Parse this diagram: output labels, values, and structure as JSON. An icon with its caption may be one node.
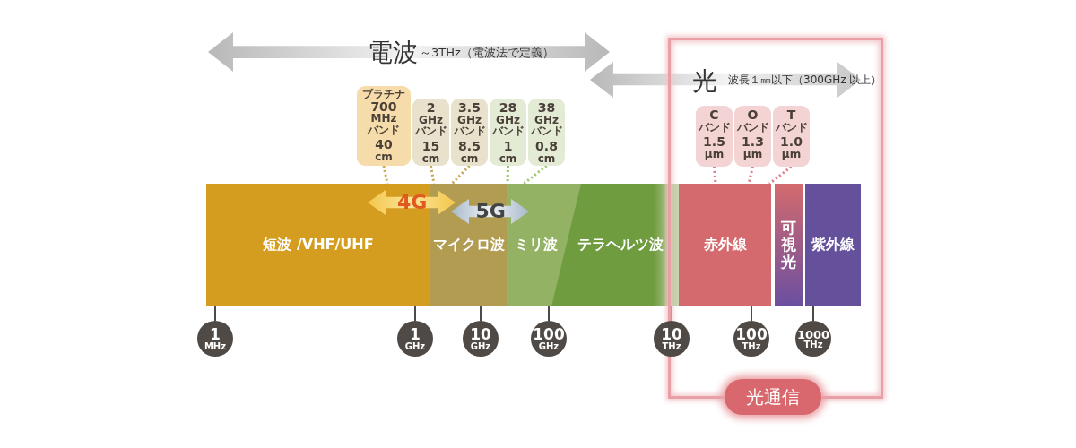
{
  "diagram": {
    "nodes": [
      {
        "text": [
          "短波 /VHF/UHF"
        ]
      },
      {
        "text": [
          "マイクロ波"
        ]
      },
      {
        "text": [
          "ミリ波"
        ]
      },
      {
        "text": [
          "テラヘルツ波"
        ]
      },
      {
        "text": [
          "光通信"
        ]
      },
      {
        "text": [
          "赤外線"
        ],
        "in": 4
      },
      {
        "text": [
          "可視光"
        ],
        "in": 4
      },
      {
        "text": [
          "紫外線"
        ],
        "in": 4
      },
      {
        "text": [
          "プラチナ 700 MHz バンド",
          "40 cm"
        ]
      },
      {
        "text": [
          "2 GHz バンド",
          "15 cm"
        ]
      },
      {
        "text": [
          "3.5 GHz バンド",
          "8.5 cm"
        ]
      },
      {
        "text": [
          "28 GHz バンド",
          "1 cm"
        ]
      },
      {
        "text": [
          "38 GHz バンド",
          "0.8 cm"
        ]
      },
      {
        "text": [
          "C バンド",
          "1.5 μm"
        ],
        "in": 4
      },
      {
        "text": [
          "O バンド",
          "1.3 μm"
        ],
        "in": 4
      },
      {
        "text": [
          "T バンド",
          "1.0 μm"
        ],
        "in": 4
      },
      {
        "text": [
          "1 MHz"
        ]
      },
      {
        "text": [
          "1 GHz"
        ]
      },
      {
        "text": [
          "10 GHz"
        ]
      },
      {
        "text": [
          "100 GHz"
        ]
      },
      {
        "text": [
          "10 THz"
        ]
      },
      {
        "text": [
          "100 THz"
        ],
        "in": 4
      },
      {
        "text": [
          "1000 THz"
        ],
        "in": 4
      }
    ],
    "edges": [
      {
        "from": 8,
        "to": 0,
        "arrow": "none",
        "style": "dashed",
        "color": "#d2aa4a"
      },
      {
        "from": 9,
        "to": 1,
        "arrow": "none",
        "style": "dashed",
        "color": "#c4a85a"
      },
      {
        "from": 10,
        "to": 1,
        "arrow": "none",
        "style": "dashed",
        "color": "#c4a85a"
      },
      {
        "from": 11,
        "to": 2,
        "arrow": "none",
        "style": "dashed",
        "color": "#9cc46e"
      },
      {
        "from": 12,
        "to": 2,
        "arrow": "none",
        "style": "dashed",
        "color": "#9cc46e"
      },
      {
        "from": 13,
        "to": 5,
        "arrow": "none",
        "style": "dashed",
        "color": "#dd7a84"
      },
      {
        "from": 14,
        "to": 5,
        "arrow": "none",
        "style": "dashed",
        "color": "#dd7a84"
      },
      {
        "from": 15,
        "to": 5,
        "arrow": "none",
        "style": "dashed",
        "color": "#dd7a84"
      },
      {
        "from": 16,
        "to": 0,
        "arrow": "none"
      },
      {
        "from": 17,
        "to": 0,
        "arrow": "none"
      },
      {
        "from": 18,
        "to": 1,
        "arrow": "none"
      },
      {
        "from": 19,
        "to": 2,
        "arrow": "none"
      },
      {
        "from": 20,
        "to": 3,
        "arrow": "none"
      },
      {
        "from": 21,
        "to": 5,
        "arrow": "none"
      },
      {
        "from": 22,
        "to": 7,
        "arrow": "none"
      },
      {
        "from": 0,
        "to": 1,
        "arrow": "both",
        "label": "4G",
        "style": "thick",
        "color": "#f3c64a"
      },
      {
        "from": 1,
        "to": 2,
        "arrow": "both",
        "label": "5G",
        "style": "thick",
        "color": "#a9b9c9"
      }
    ],
    "labels": [
      "電波",
      "～3THz（電波法で定義）",
      "光",
      "波長１㎜以下（300GHz 以上）"
    ]
  }
}
